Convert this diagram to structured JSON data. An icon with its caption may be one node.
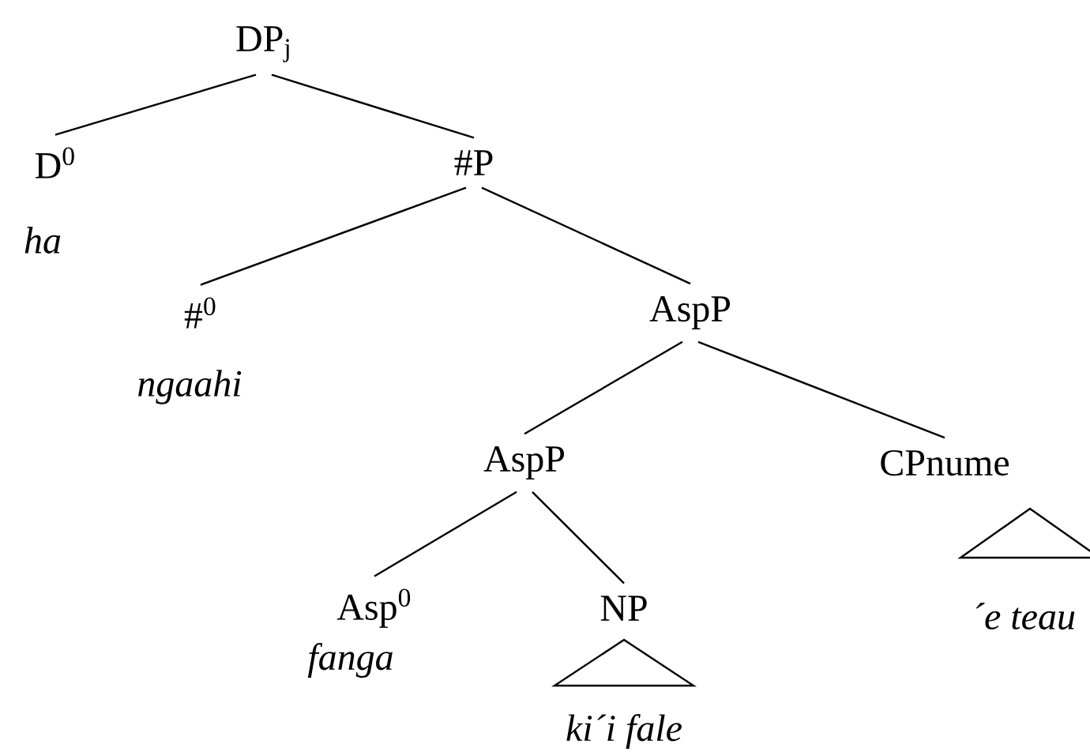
{
  "diagram": {
    "nodes": [
      {
        "text": [
          "DP$_{j}$"
        ]
      },
      {
        "text": [
          "D$^{0}$"
        ],
        "beside": [
          "ha"
        ]
      },
      {
        "text": [
          "#P"
        ]
      },
      {
        "text": [
          "#$^{0}$"
        ],
        "beside": [
          "ngaahi"
        ]
      },
      {
        "text": [
          "AspP"
        ]
      },
      {
        "text": [
          "AspP"
        ]
      },
      {
        "text": [
          "CPnume"
        ]
      },
      {
        "text": [
          "Asp$^{0}$"
        ],
        "beside": [
          "fanga"
        ]
      },
      {
        "text": [
          "NP"
        ]
      },
      {
        "text": [
          "´e teau"
        ]
      },
      {
        "text": [
          "ki´i fale"
        ]
      }
    ],
    "edges": [
      {
        "from": 0,
        "to": 1,
        "arrow": "none"
      },
      {
        "from": 0,
        "to": 2,
        "arrow": "none"
      },
      {
        "from": 2,
        "to": 3,
        "arrow": "none"
      },
      {
        "from": 2,
        "to": 4,
        "arrow": "none"
      },
      {
        "from": 4,
        "to": 5,
        "arrow": "none"
      },
      {
        "from": 4,
        "to": 6,
        "arrow": "none"
      },
      {
        "from": 5,
        "to": 7,
        "arrow": "none"
      },
      {
        "from": 5,
        "to": 8,
        "arrow": "none"
      }
    ]
  }
}
